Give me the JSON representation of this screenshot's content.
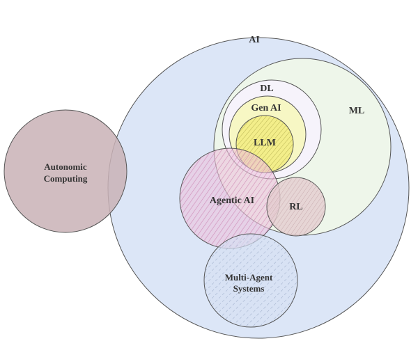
{
  "diagram": {
    "labels": {
      "ai": "AI",
      "ml": "ML",
      "dl": "DL",
      "gen_ai": "Gen AI",
      "llm": "LLM",
      "agentic_ai": "Agentic AI",
      "rl": "RL",
      "multi_agent_line1": "Multi-Agent",
      "multi_agent_line2": "Systems",
      "autonomic_line1": "Autonomic",
      "autonomic_line2": "Computing"
    },
    "colors": {
      "ai_fill": "#dce6f7",
      "ml_fill": "#eef6ea",
      "dl_fill": "#f6f3fb",
      "gen_ai_fill": "#f7f7c4",
      "llm_fill": "#f3ee8a",
      "agentic_fill": "#ecc3dc",
      "rl_fill": "#e3cdd0",
      "multi_agent_fill": "#d6e0f2",
      "autonomic_fill": "#c9b2b6",
      "outline": "#555555"
    }
  }
}
